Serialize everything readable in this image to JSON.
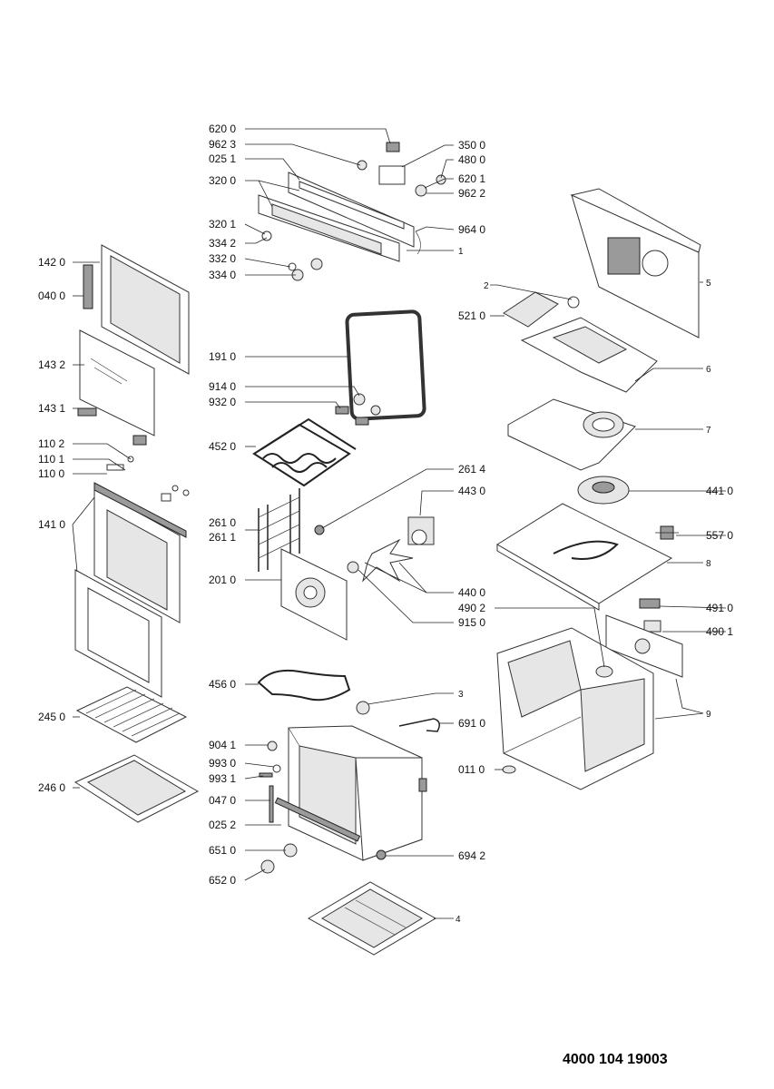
{
  "document_number": "4000 104 19003",
  "labels": [
    {
      "id": "l6200",
      "text": "620 0"
    },
    {
      "id": "l9623",
      "text": "962 3"
    },
    {
      "id": "l0251",
      "text": "025 1"
    },
    {
      "id": "l3200",
      "text": "320 0"
    },
    {
      "id": "l3201",
      "text": "320 1"
    },
    {
      "id": "l3342",
      "text": "334 2"
    },
    {
      "id": "l3320",
      "text": "332 0"
    },
    {
      "id": "l3340",
      "text": "334 0"
    },
    {
      "id": "l3500",
      "text": "350 0"
    },
    {
      "id": "l4800",
      "text": "480 0"
    },
    {
      "id": "l6201",
      "text": "620 1"
    },
    {
      "id": "l9622",
      "text": "962 2"
    },
    {
      "id": "l9640",
      "text": "964 0"
    },
    {
      "id": "l1",
      "text": "1"
    },
    {
      "id": "l1420",
      "text": "142 0"
    },
    {
      "id": "l0400",
      "text": "040 0"
    },
    {
      "id": "l1432",
      "text": "143 2"
    },
    {
      "id": "l1431",
      "text": "143 1"
    },
    {
      "id": "l1102",
      "text": "110 2"
    },
    {
      "id": "l1101",
      "text": "110 1"
    },
    {
      "id": "l1100",
      "text": "110 0"
    },
    {
      "id": "l1410",
      "text": "141 0"
    },
    {
      "id": "l2450",
      "text": "245 0"
    },
    {
      "id": "l2460",
      "text": "246 0"
    },
    {
      "id": "l1910",
      "text": "191 0"
    },
    {
      "id": "l9140",
      "text": "914 0"
    },
    {
      "id": "l9320",
      "text": "932 0"
    },
    {
      "id": "l4520",
      "text": "452 0"
    },
    {
      "id": "l2614",
      "text": "261 4"
    },
    {
      "id": "l4430",
      "text": "443 0"
    },
    {
      "id": "l2610",
      "text": "261 0"
    },
    {
      "id": "l2611",
      "text": "261 1"
    },
    {
      "id": "l2010",
      "text": "201 0"
    },
    {
      "id": "l4400",
      "text": "440 0"
    },
    {
      "id": "l9150",
      "text": "915 0"
    },
    {
      "id": "l4560",
      "text": "456 0"
    },
    {
      "id": "l3",
      "text": "3"
    },
    {
      "id": "l6910",
      "text": "691 0"
    },
    {
      "id": "l9041",
      "text": "904 1"
    },
    {
      "id": "l9930",
      "text": "993 0"
    },
    {
      "id": "l9931",
      "text": "993 1"
    },
    {
      "id": "l0470",
      "text": "047 0"
    },
    {
      "id": "l0252",
      "text": "025 2"
    },
    {
      "id": "l6510",
      "text": "651 0"
    },
    {
      "id": "l6520",
      "text": "652 0"
    },
    {
      "id": "l6942",
      "text": "694 2"
    },
    {
      "id": "l0110",
      "text": "011 0"
    },
    {
      "id": "l4",
      "text": "4"
    },
    {
      "id": "l2",
      "text": "2"
    },
    {
      "id": "l5210",
      "text": "521 0"
    },
    {
      "id": "l5",
      "text": "5"
    },
    {
      "id": "l6",
      "text": "6"
    },
    {
      "id": "l7",
      "text": "7"
    },
    {
      "id": "l4410",
      "text": "441 0"
    },
    {
      "id": "l5570",
      "text": "557 0"
    },
    {
      "id": "l8",
      "text": "8"
    },
    {
      "id": "l4902",
      "text": "490 2"
    },
    {
      "id": "l4910",
      "text": "491 0"
    },
    {
      "id": "l4901",
      "text": "490 1"
    },
    {
      "id": "l9",
      "text": "9"
    }
  ]
}
